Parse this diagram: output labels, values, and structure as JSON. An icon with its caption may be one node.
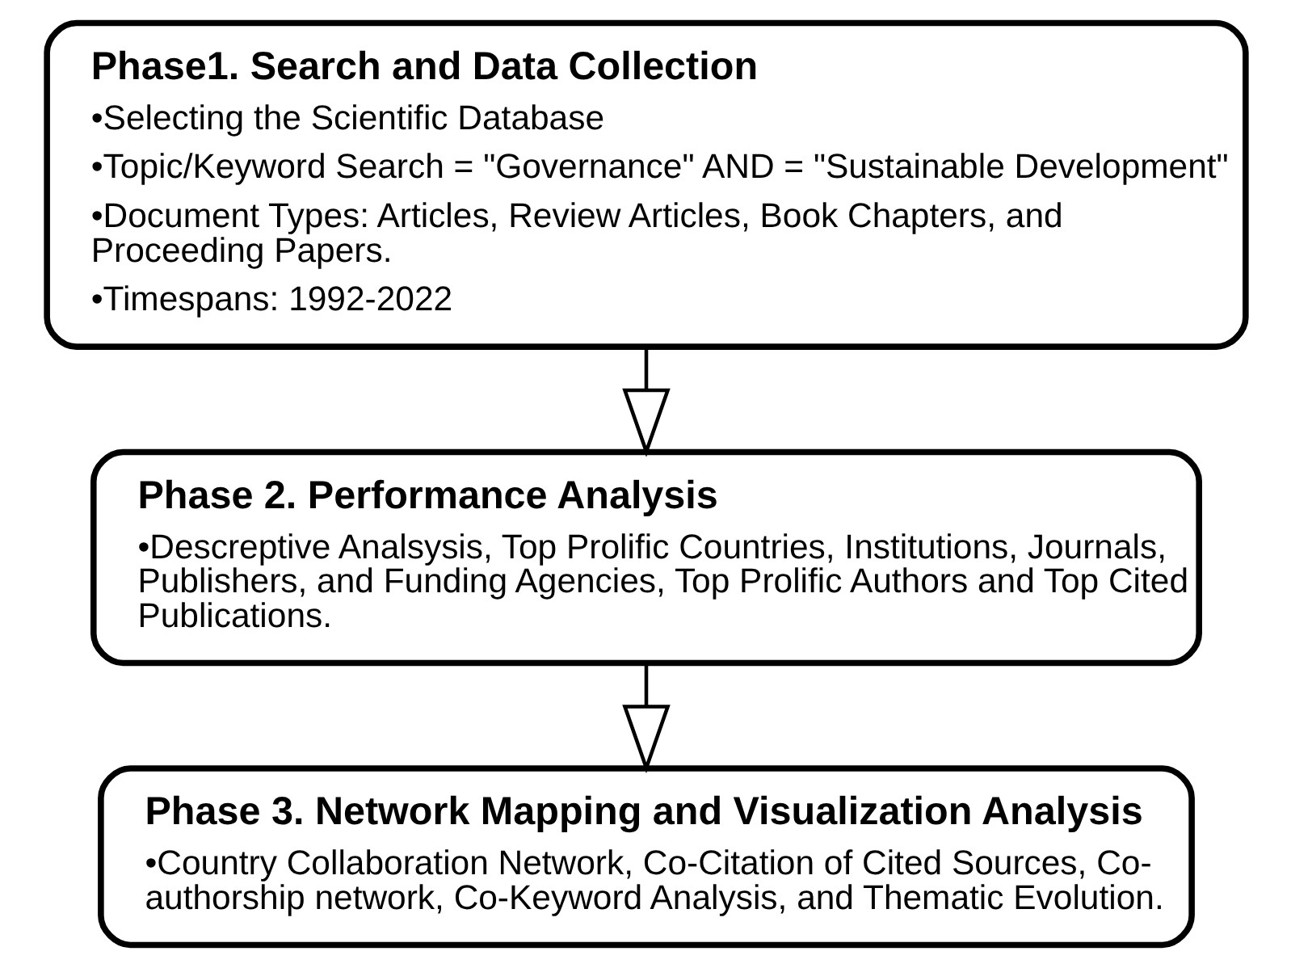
{
  "diagram": {
    "nodes": [
      {
        "text": [
          "Phase1. Search and Data Collection",
          "•Selecting the Scientific Database",
          "•Topic/Keyword Search = \"Governance\" AND = \"Sustainable Development\"",
          "•Document Types: Articles, Review Articles, Book Chapters, and Proceeding Papers.",
          "•Timespans: 1992-2022"
        ]
      },
      {
        "text": [
          "Phase 2. Performance Analysis",
          "•Descreptive Analsysis, Top Prolific Countries, Institutions, Journals, Publishers, and Funding Agencies, Top Prolific Authors and Top Cited Publications."
        ]
      },
      {
        "text": [
          "Phase 3. Network Mapping and Visualization Analysis",
          "•Country Collaboration Network, Co-Citation of Cited Sources, Co-authorship network, Co-Keyword Analysis, and Thematic Evolution."
        ]
      }
    ],
    "edges": [
      {
        "from": 0,
        "to": 1,
        "arrow": "to"
      },
      {
        "from": 1,
        "to": 2,
        "arrow": "to"
      }
    ]
  }
}
